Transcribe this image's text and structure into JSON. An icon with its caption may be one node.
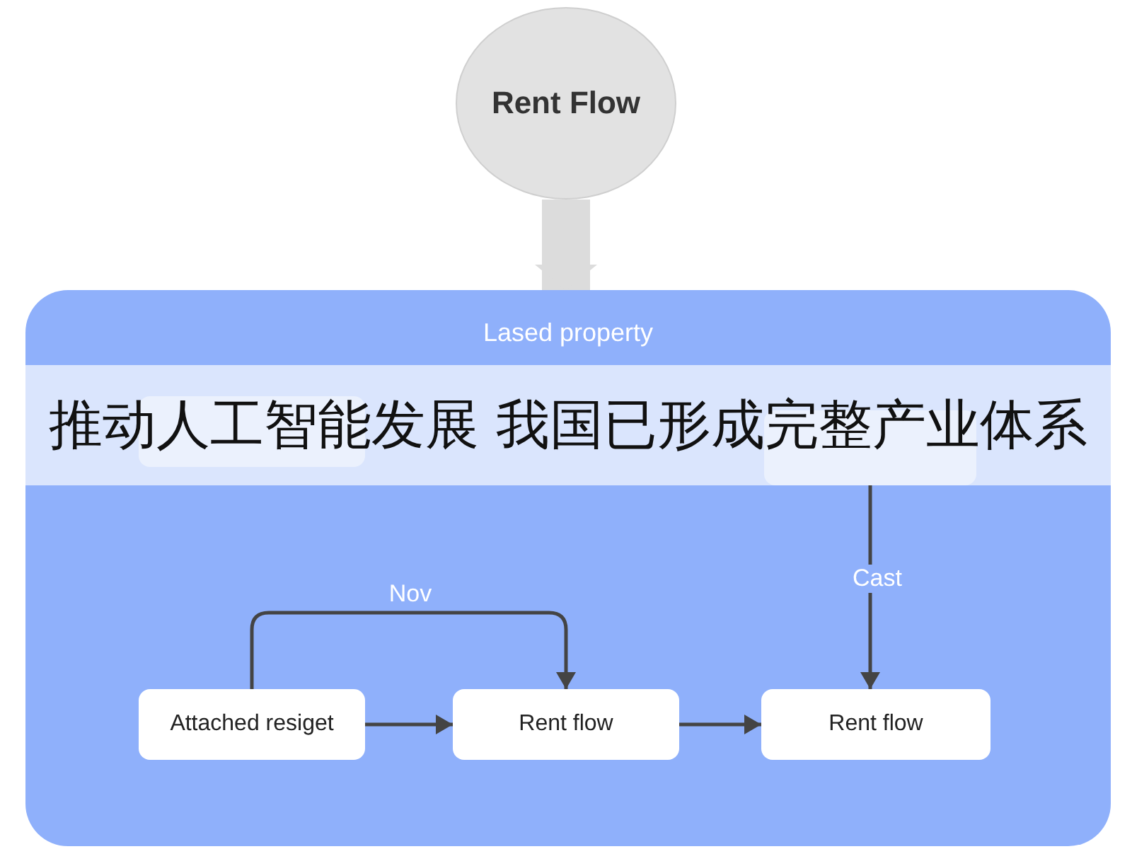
{
  "diagram": {
    "nodes": [
      {
        "text": [
          "Rent Flow"
        ]
      },
      {
        "text": [
          "Lased property"
        ]
      },
      {
        "text": [],
        "shape": "box",
        "in": 1
      },
      {
        "text": [],
        "shape": "box",
        "in": 1
      },
      {
        "text": [
          "Attached resiget"
        ],
        "in": 1
      },
      {
        "text": [
          "Rent flow"
        ],
        "in": 1
      },
      {
        "text": [
          "Rent flow"
        ],
        "in": 1
      }
    ],
    "edges": [
      {
        "from": 0,
        "to": 1,
        "arrow": "to",
        "color": "#dcdcdc",
        "style": "thick"
      },
      {
        "from": 4,
        "to": 5,
        "arrow": "to"
      },
      {
        "from": 5,
        "to": 6,
        "arrow": "to"
      },
      {
        "from": 4,
        "to": 5,
        "arrow": "both",
        "label": "Nov"
      },
      {
        "from": 3,
        "to": 6,
        "arrow": "both",
        "label": "Cast"
      }
    ],
    "labels": [
      "推动人工智能发展 我国已形成完整产业体系"
    ]
  }
}
